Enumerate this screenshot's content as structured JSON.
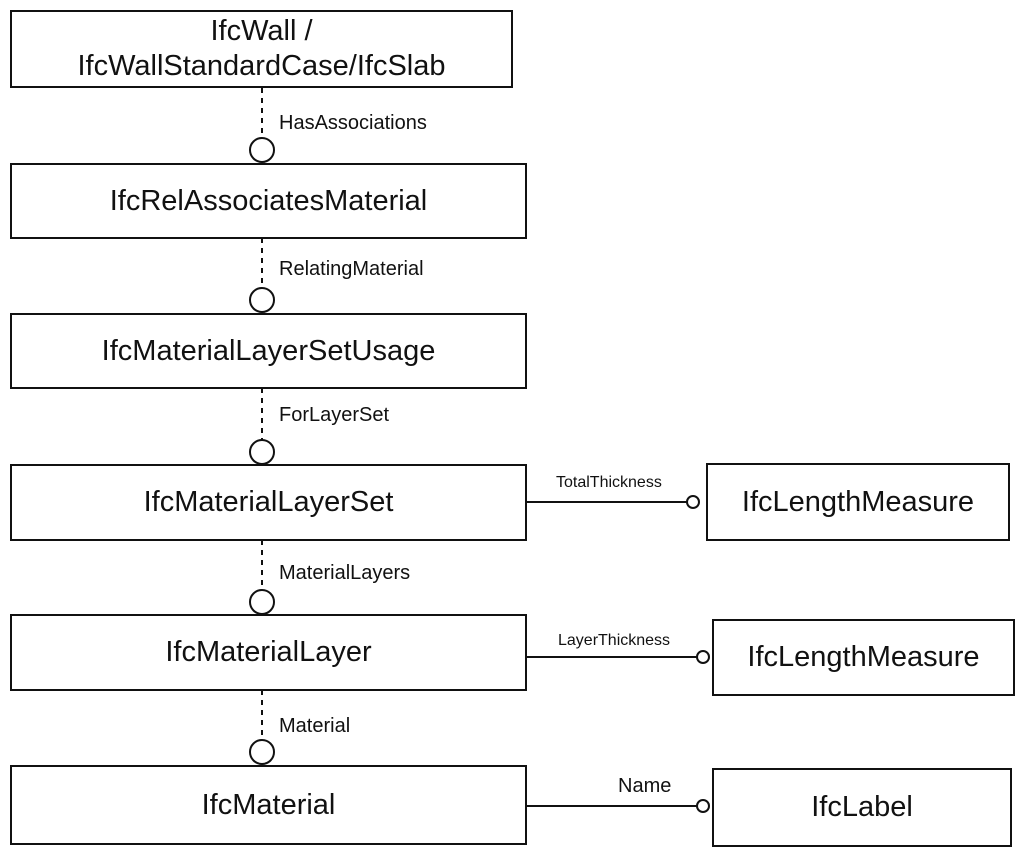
{
  "nodes": {
    "wall": {
      "line1": "IfcWall /",
      "line2": "IfcWallStandardCase/IfcSlab"
    },
    "rel_associates": {
      "label": "IfcRelAssociatesMaterial"
    },
    "layer_set_usage": {
      "label": "IfcMaterialLayerSetUsage"
    },
    "layer_set": {
      "label": "IfcMaterialLayerSet"
    },
    "layer": {
      "label": "IfcMaterialLayer"
    },
    "material": {
      "label": "IfcMaterial"
    },
    "length_measure_1": {
      "label": "IfcLengthMeasure"
    },
    "length_measure_2": {
      "label": "IfcLengthMeasure"
    },
    "ifc_label": {
      "label": "IfcLabel"
    }
  },
  "edges": {
    "has_associations": "HasAssociations",
    "relating_material": "RelatingMaterial",
    "for_layer_set": "ForLayerSet",
    "total_thickness": "TotalThickness",
    "material_layers": "MaterialLayers",
    "layer_thickness": "LayerThickness",
    "material": "Material",
    "name": "Name"
  },
  "colors": {
    "line": "#111111",
    "background": "#ffffff"
  }
}
